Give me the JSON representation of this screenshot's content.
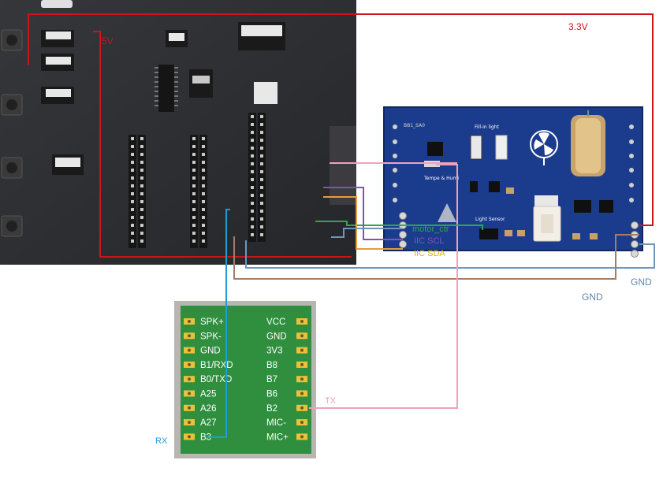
{
  "labels": {
    "v5": "5V",
    "v33": "3.3V",
    "gnd_right": "GND",
    "gnd_left": "GND",
    "tx": "TX",
    "rx": "RX",
    "motor": "motor_ctr",
    "iic_scl": "IIC SCL",
    "iic_sda": "IIC SDA"
  },
  "module_pins": {
    "left": [
      "SPK+",
      "SPK-",
      "GND",
      "B1/RXD",
      "B0/TXD",
      "A25",
      "A26",
      "A27",
      "B3"
    ],
    "right": [
      "VCC",
      "GND",
      "3V3",
      "B8",
      "B7",
      "B6",
      "B2",
      "MIC-",
      "MIC+"
    ]
  },
  "sensor_board": {
    "fill_light": "Fill-in light",
    "temp_humi": "Tempe & Humi",
    "light_sensor": "Light Sensor",
    "header": "BB1_SA0"
  },
  "wire_colors": {
    "power_3v3": "#d0121b",
    "power_5v": "#d0121b",
    "gnd_a": "#6f95b8",
    "gnd_b": "#a67c64",
    "tx": "#f0a0bd",
    "rx": "#1e9cd7",
    "motor": "#2ea84a",
    "scl": "#8b4fb0",
    "sda": "#e89a3c"
  }
}
